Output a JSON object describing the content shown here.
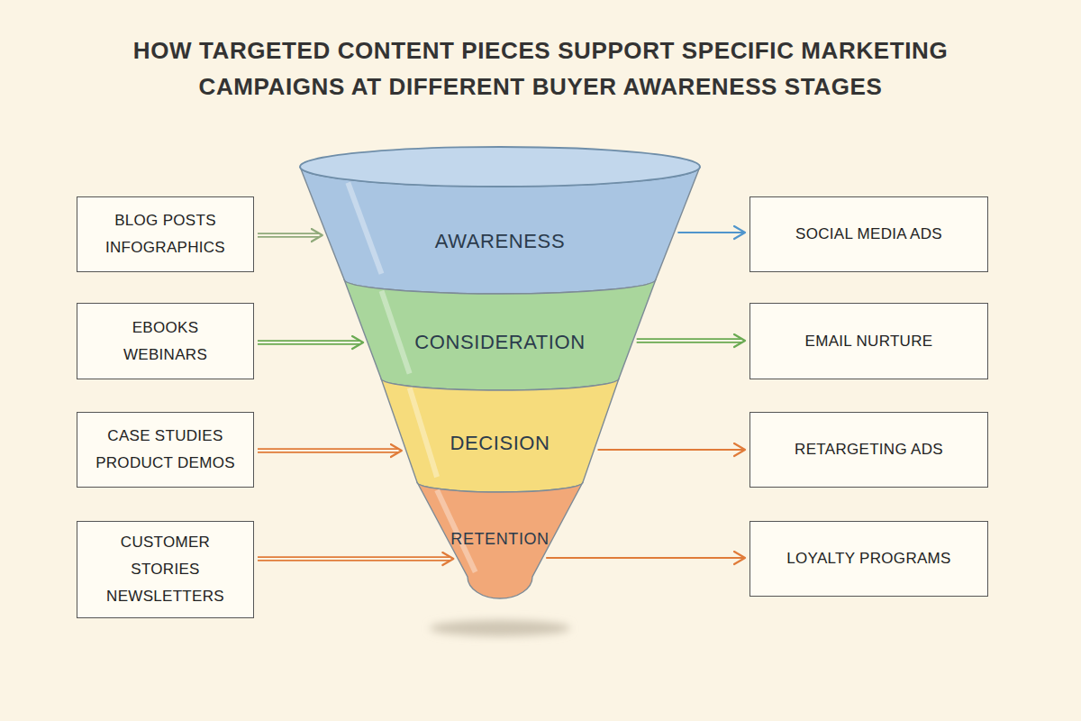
{
  "diagram": {
    "title": "HOW TARGETED CONTENT PIECES SUPPORT SPECIFIC MARKETING CAMPAIGNS AT DIFFERENT BUYER AWARENESS STAGES",
    "nodes": [
      {
        "text": [
          "BLOG POSTS",
          "INFOGRAPHICS"
        ]
      },
      {
        "text": [
          "AWARENESS"
        ]
      },
      {
        "text": [
          "SOCIAL MEDIA ADS"
        ]
      },
      {
        "text": [
          "EBOOKS",
          "WEBINARS"
        ]
      },
      {
        "text": [
          "CONSIDERATION"
        ]
      },
      {
        "text": [
          "EMAIL NURTURE"
        ]
      },
      {
        "text": [
          "CASE STUDIES",
          "PRODUCT DEMOS"
        ]
      },
      {
        "text": [
          "DECISION"
        ]
      },
      {
        "text": [
          "RETARGETING ADS"
        ]
      },
      {
        "text": [
          "CUSTOMER STORIES",
          "NEWSLETTERS"
        ]
      },
      {
        "text": [
          "RETENTION"
        ]
      },
      {
        "text": [
          "LOYALTY PROGRAMS"
        ]
      }
    ],
    "edges": [
      {
        "from": 0,
        "to": 1,
        "arrow": "to"
      },
      {
        "from": 1,
        "to": 2,
        "arrow": "to"
      },
      {
        "from": 3,
        "to": 4,
        "arrow": "to"
      },
      {
        "from": 4,
        "to": 5,
        "arrow": "to"
      },
      {
        "from": 6,
        "to": 7,
        "arrow": "to"
      },
      {
        "from": 7,
        "to": 8,
        "arrow": "to"
      },
      {
        "from": 9,
        "to": 10,
        "arrow": "to"
      },
      {
        "from": 10,
        "to": 11,
        "arrow": "to"
      }
    ]
  }
}
